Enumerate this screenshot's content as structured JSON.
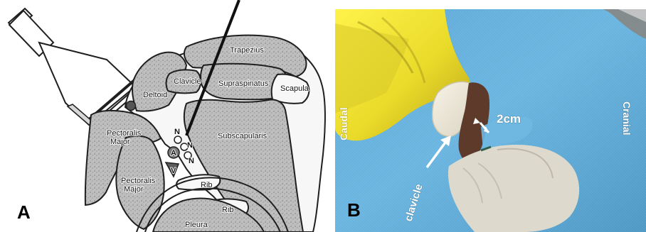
{
  "figure": {
    "panel_a": {
      "letter": "A",
      "labels": {
        "trapezius": "Trapezius",
        "clavicle": "Clavicle",
        "supraspinatus": "Supraspinatus",
        "deltoid": "Deltoid",
        "scapula": "Scapula",
        "pectoralis_major_1_line1": "Pectoralis",
        "pectoralis_major_1_line2": "Major",
        "n_1": "N",
        "n_2": "N",
        "n_3": "N",
        "a": "A",
        "v": "V",
        "subscapularis": "Subscapularis",
        "pectoralis_major_2_line1": "Pectoralis",
        "pectoralis_major_2_line2": "Major",
        "rib_1": "Rib",
        "rib_2": "Rib",
        "pleura": "Pleura"
      }
    },
    "panel_b": {
      "letter": "B",
      "labels": {
        "caudal": "Caudal",
        "cranial": "Cranial",
        "distance": "2cm",
        "clavicle": "clavicle"
      }
    }
  }
}
